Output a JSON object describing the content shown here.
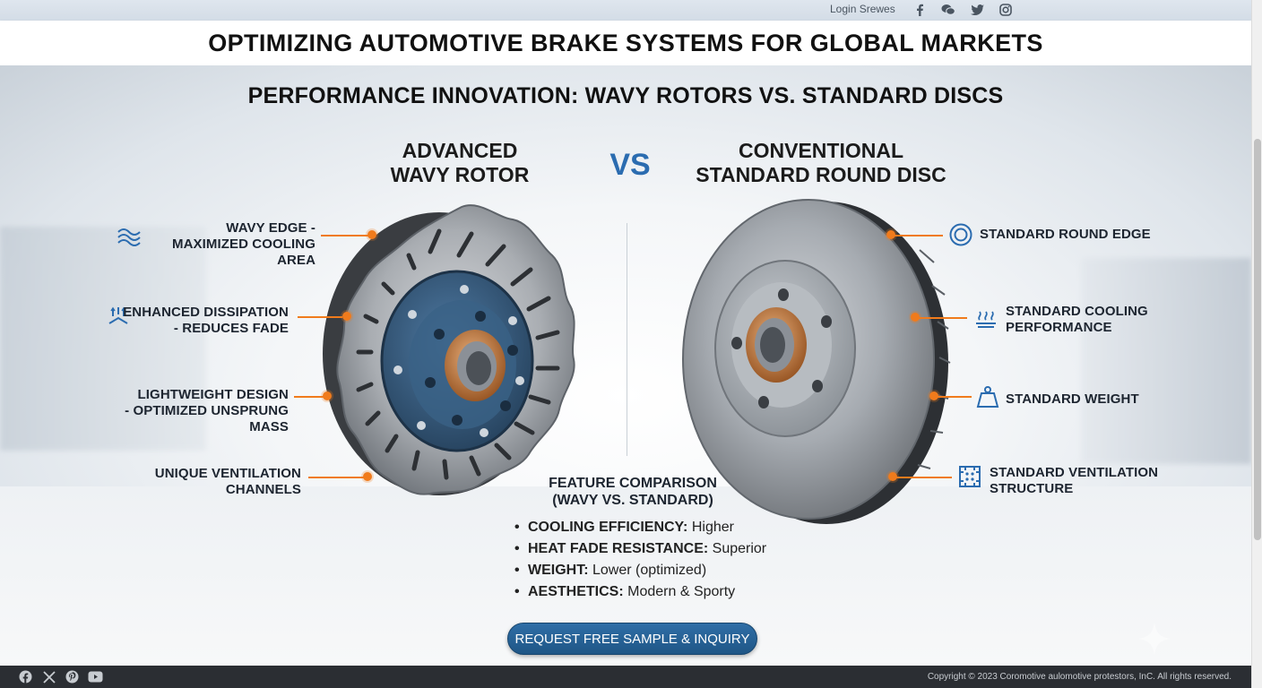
{
  "header": {
    "login_label": "Login Srewes",
    "social_icons": [
      "facebook-icon",
      "wechat-icon",
      "twitter-icon",
      "instagram-icon"
    ],
    "title": "OPTIMIZING AUTOMOTIVE BRAKE SYSTEMS FOR GLOBAL MARKETS"
  },
  "hero": {
    "subtitle": "PERFORMANCE INNOVATION: WAVY ROTORS VS. STANDARD DISCS",
    "vs_label": "VS",
    "left": {
      "title_line1": "ADVANCED",
      "title_line2": "WAVY ROTOR",
      "features": [
        {
          "line1": "WAVY EDGE -",
          "line2": "MAXIMIZED COOLING AREA",
          "icon": "waves-icon"
        },
        {
          "line1": "ENHANCED DISSIPATION",
          "line2": "- REDUCES FADE",
          "icon": "heat-dissipation-icon"
        },
        {
          "line1": "LIGHTWEIGHT DESIGN",
          "line2": "- OPTIMIZED UNSPRUNG MASS",
          "icon": ""
        },
        {
          "line1": "UNIQUE VENTILATION",
          "line2": "CHANNELS",
          "icon": ""
        }
      ]
    },
    "right": {
      "title_line1": "CONVENTIONAL",
      "title_line2": "STANDARD ROUND DISC",
      "features": [
        {
          "line1": "STANDARD ROUND EDGE",
          "line2": "",
          "icon": "circle-edge-icon"
        },
        {
          "line1": "STANDARD COOLING",
          "line2": "PERFORMANCE",
          "icon": "heat-icon"
        },
        {
          "line1": "STANDARD WEIGHT",
          "line2": "",
          "icon": "weight-icon"
        },
        {
          "line1": "STANDARD VENTILATION",
          "line2": "STRUCTURE",
          "icon": "ventilation-grid-icon"
        }
      ]
    },
    "comparison": {
      "title_line1": "FEATURE COMPARISON",
      "title_line2": "(WAVY VS. STANDARD)",
      "items": [
        {
          "label": "COOLING EFFICIENCY:",
          "value": "Higher"
        },
        {
          "label": "HEAT FADE RESISTANCE:",
          "value": "Superior"
        },
        {
          "label": "WEIGHT:",
          "value": "Lower (optimized)"
        },
        {
          "label": "AESTHETICS:",
          "value": "Modern & Sporty"
        }
      ]
    },
    "cta_label": "REQUEST FREE SAMPLE & INQUIRY"
  },
  "footer": {
    "social_icons": [
      "facebook-icon",
      "x-icon",
      "pinterest-icon",
      "youtube-icon"
    ],
    "copyright": "Copyright © 2023 Coromotive aulomotive protestors, InC. All rights reserved."
  },
  "colors": {
    "accent_orange": "#f07b1c",
    "accent_blue": "#2b6cb0",
    "cta_blue": "#24608f",
    "footer_bg": "#2b2e33"
  }
}
